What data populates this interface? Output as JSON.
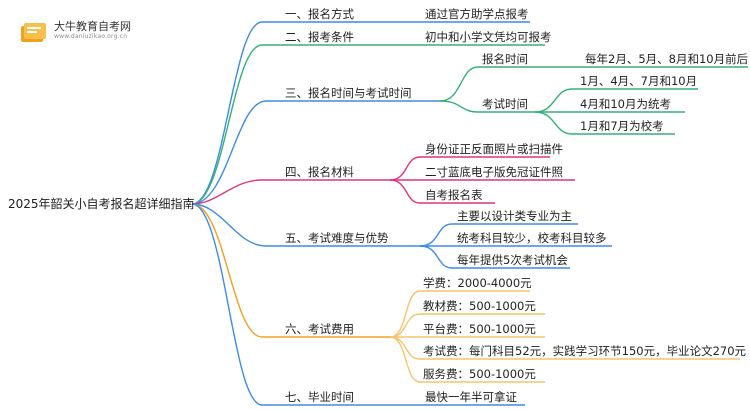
{
  "logo": {
    "title": "大牛教育自考网",
    "url": "www.daniuzikao.org.cn"
  },
  "root": "2025年韶关小自考报名超详细指南",
  "colors": {
    "blue": "#3d8be8",
    "green": "#34b07a",
    "magenta": "#e0337f",
    "orange": "#f2a11f",
    "pale_orange": "#f6c36c"
  },
  "branches": {
    "b1": {
      "label": "一、报名方式",
      "leaf": "通过官方助学点报考"
    },
    "b2": {
      "label": "二、报考条件",
      "leaf": "初中和小学文凭均可报考"
    },
    "b3": {
      "label": "三、报名时间与考试时间",
      "sub1": {
        "label": "报名时间",
        "leaf": "每年2月、5月、8月和10月前后"
      },
      "sub2": {
        "label": "考试时间",
        "leaves": [
          "1月、4月、7月和10月",
          "4月和10月为统考",
          "1月和7月为校考"
        ]
      }
    },
    "b4": {
      "label": "四、报名材料",
      "leaves": [
        "身份证正反面照片或扫描件",
        "二寸蓝底电子版免冠证件照",
        "自考报名表"
      ]
    },
    "b5": {
      "label": "五、考试难度与优势",
      "leaves": [
        "主要以设计类专业为主",
        "统考科目较少，校考科目较多",
        "每年提供5次考试机会"
      ]
    },
    "b6": {
      "label": "六、考试费用",
      "leaves": [
        "学费：2000-4000元",
        "教材费：500-1000元",
        "平台费：500-1000元",
        "考试费：每门科目52元，实践学习环节150元，毕业论文270元",
        "服务费：500-1000元"
      ]
    },
    "b7": {
      "label": "七、毕业时间",
      "leaf": "最快一年半可拿证"
    }
  }
}
